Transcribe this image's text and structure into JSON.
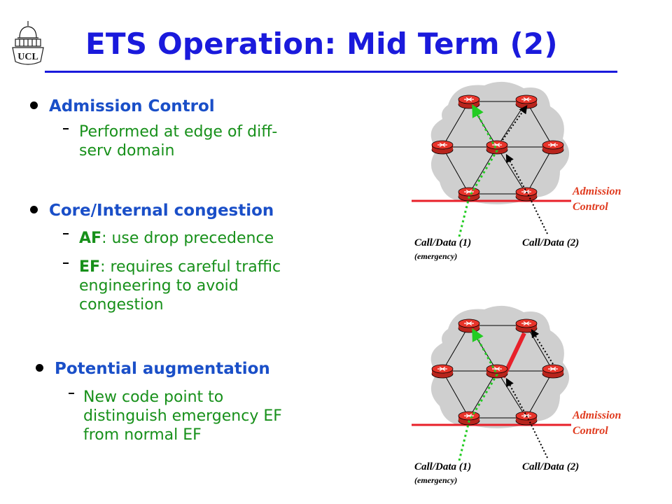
{
  "logo_text": "UCL",
  "title": "ETS Operation: Mid Term (2)",
  "bullets": [
    {
      "heading": "Admission Control",
      "subs": [
        {
          "lines": [
            "Performed at edge of diff-",
            "serv domain"
          ]
        }
      ]
    },
    {
      "heading": "Core/Internal congestion",
      "subs": [
        {
          "bold": "AF",
          "lines": [
            ": use drop precedence"
          ]
        },
        {
          "bold": "EF",
          "lines": [
            ": requires careful traffic",
            "engineering to avoid",
            "congestion"
          ]
        }
      ]
    },
    {
      "heading": "Potential augmentation",
      "subs": [
        {
          "lines": [
            "New code point to",
            "distinguish emergency EF",
            "from normal EF"
          ]
        }
      ]
    }
  ],
  "diagrams": [
    {
      "admission_label_1": "Admission",
      "admission_label_2": "Control",
      "call1": "Call/Data (1)",
      "call1_note": "(emergency)",
      "call2": "Call/Data (2)",
      "congested_link": false
    },
    {
      "admission_label_1": "Admission",
      "admission_label_2": "Control",
      "call1": "Call/Data (1)",
      "call1_note": "(emergency)",
      "call2": "Call/Data (2)",
      "congested_link": true
    }
  ],
  "colors": {
    "title": "#1a1adc",
    "heading": "#1a4fc8",
    "subtext": "#17901a",
    "admission_line": "#e8202a",
    "emergency_path": "#22cc22",
    "normal_path": "#000000",
    "router": "#e8342a",
    "cloud": "#cfcfcf"
  }
}
